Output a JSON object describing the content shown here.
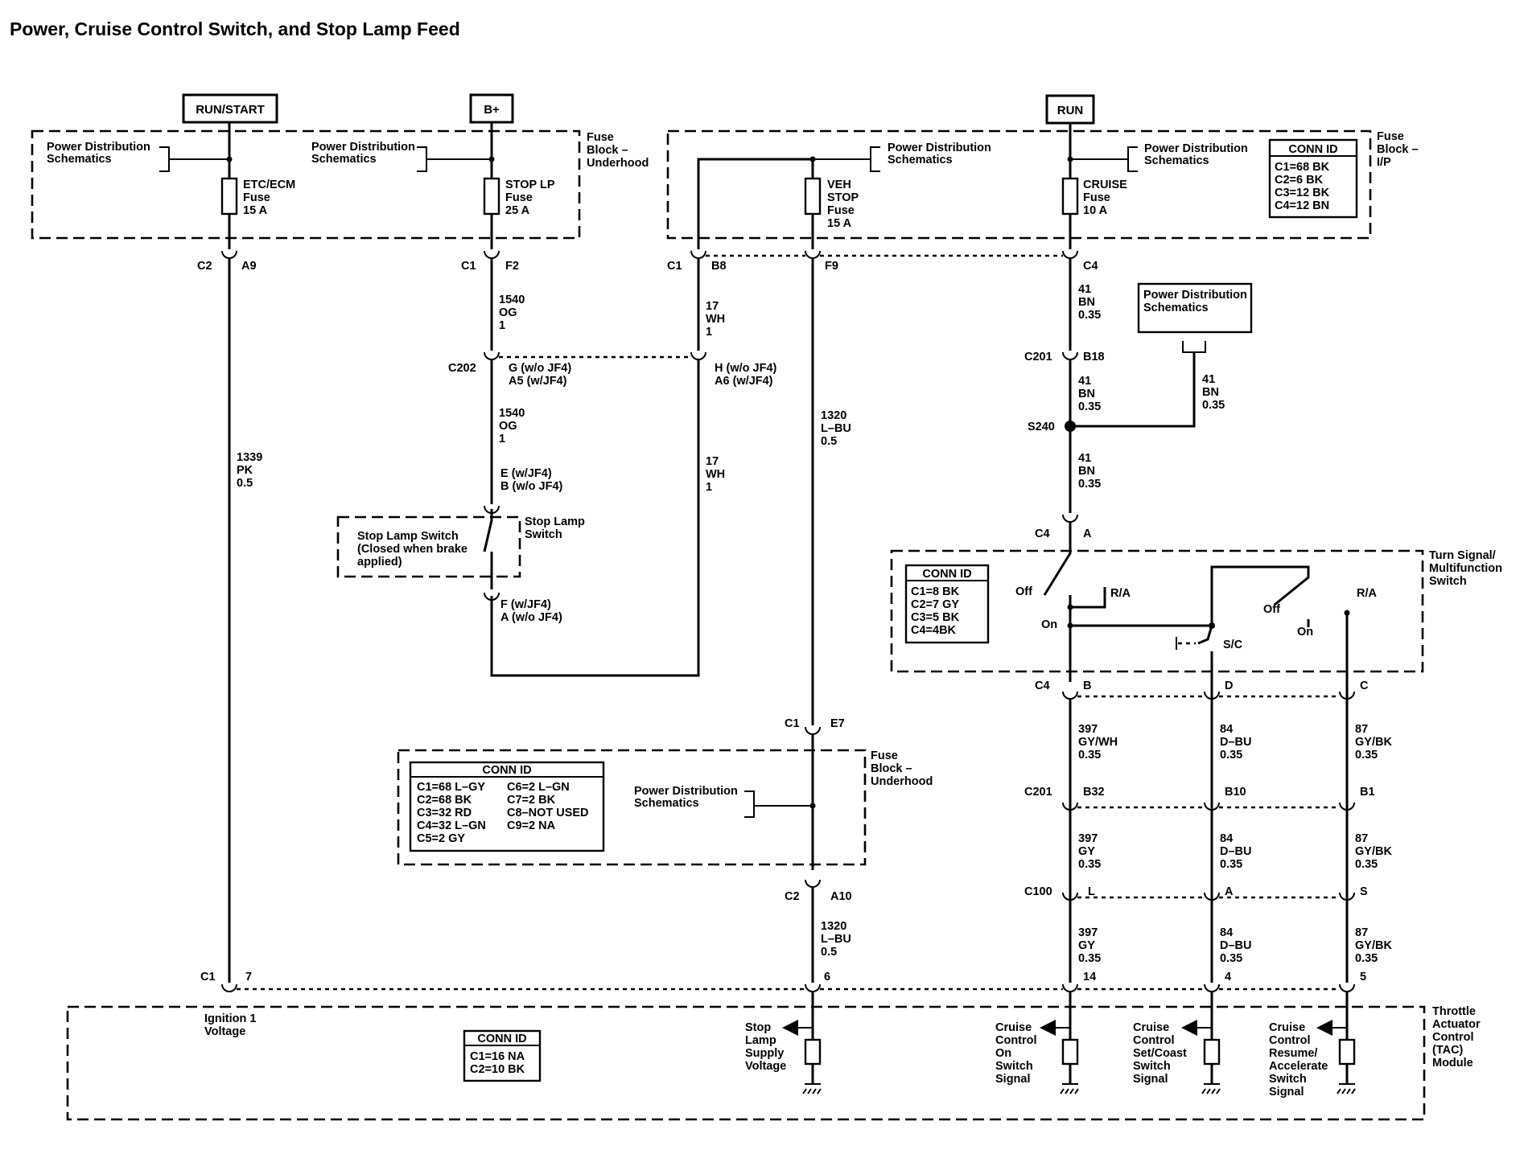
{
  "title": "Power, Cruise Control Switch, and Stop Lamp Feed",
  "sources": {
    "run_start": "RUN/START",
    "b_plus": "B+",
    "run": "RUN"
  },
  "power_distribution_text": [
    "Power Distribution",
    "Schematics"
  ],
  "fuse_block_underhood": [
    "Fuse",
    "Block –",
    "Underhood"
  ],
  "fuse_block_ip": [
    "Fuse",
    "Block –",
    "I/P"
  ],
  "fuses": {
    "etc_ecm": [
      "ETC/ECM",
      "Fuse",
      "15 A"
    ],
    "stop_lp": [
      "STOP LP",
      "Fuse",
      "25 A"
    ],
    "veh_stop": [
      "VEH",
      "STOP",
      "Fuse",
      "15 A"
    ],
    "cruise": [
      "CRUISE",
      "Fuse",
      "10 A"
    ]
  },
  "conn_ids": {
    "title": "CONN ID",
    "ip": [
      "C1=68 BK",
      "C2=6 BK",
      "C3=12 BK",
      "C4=12 BN"
    ],
    "turn_signal": [
      "C1=8 BK",
      "C2=7 GY",
      "C3=5 BK",
      "C4=4BK"
    ],
    "underhood_left": [
      "C1=68 L–GY",
      "C2=68 BK",
      "C3=32 RD",
      "C4=32 L–GN",
      "C5=2 GY"
    ],
    "underhood_right": [
      "C6=2 L–GN",
      "C7=2 BK",
      "C8–NOT USED",
      "C9=2 NA"
    ],
    "tac": [
      "C1=16 NA",
      "C2=10 BK"
    ]
  },
  "connectors": {
    "c2": "C2",
    "a9": "A9",
    "c1": "C1",
    "f2": "F2",
    "b8": "B8",
    "f9": "F9",
    "c4": "C4",
    "c202": "C202",
    "g_wo_jf4": "G (w/o JF4)",
    "a5_w_jf4": "A5 (w/JF4)",
    "h_wo_jf4": "H (w/o JF4)",
    "a6_w_jf4": "A6 (w/JF4)",
    "e_w_jf4": "E (w/JF4)",
    "b_wo_jf4": "B (w/o JF4)",
    "f_w_jf4": "F (w/JF4)",
    "a_wo_jf4": "A (w/o JF4)",
    "c201": "C201",
    "b18": "B18",
    "s240": "S240",
    "a": "A",
    "b": "B",
    "d": "D",
    "c": "C",
    "e7": "E7",
    "a10": "A10",
    "b32": "B32",
    "b10": "B10",
    "b1": "B1",
    "c100": "C100",
    "l": "L",
    "s": "S",
    "p7": "7",
    "p6": "6",
    "p14": "14",
    "p4": "4",
    "p5": "5"
  },
  "wires": {
    "w1540": [
      "1540",
      "OG",
      "1"
    ],
    "w17": [
      "17",
      "WH",
      "1"
    ],
    "w1339": [
      "1339",
      "PK",
      "0.5"
    ],
    "w1320": [
      "1320",
      "L–BU",
      "0.5"
    ],
    "w41": [
      "41",
      "BN",
      "0.35"
    ],
    "w397a": [
      "397",
      "GY/WH",
      "0.35"
    ],
    "w397b": [
      "397",
      "GY",
      "0.35"
    ],
    "w84": [
      "84",
      "D–BU",
      "0.35"
    ],
    "w87": [
      "87",
      "GY/BK",
      "0.35"
    ]
  },
  "stop_lamp_switch": {
    "label": [
      "Stop Lamp Switch",
      "(Closed when brake",
      "applied)"
    ],
    "side": [
      "Stop Lamp",
      "Switch"
    ]
  },
  "turn_signal": {
    "label": [
      "Turn Signal/",
      "Multifunction",
      "Switch"
    ],
    "off": "Off",
    "on": "On",
    "ra": "R/A",
    "sc": "S/C"
  },
  "tac": {
    "label": [
      "Throttle",
      "Actuator",
      "Control",
      "(TAC)",
      "Module"
    ],
    "ignition": [
      "Ignition 1",
      "Voltage"
    ],
    "stop_lamp_supply": [
      "Stop",
      "Lamp",
      "Supply",
      "Voltage"
    ],
    "cruise_on": [
      "Cruise",
      "Control",
      "On",
      "Switch",
      "Signal"
    ],
    "cruise_set": [
      "Cruise",
      "Control",
      "Set/Coast",
      "Switch",
      "Signal"
    ],
    "cruise_resume": [
      "Cruise",
      "Control",
      "Resume/",
      "Accelerate",
      "Switch",
      "Signal"
    ]
  }
}
